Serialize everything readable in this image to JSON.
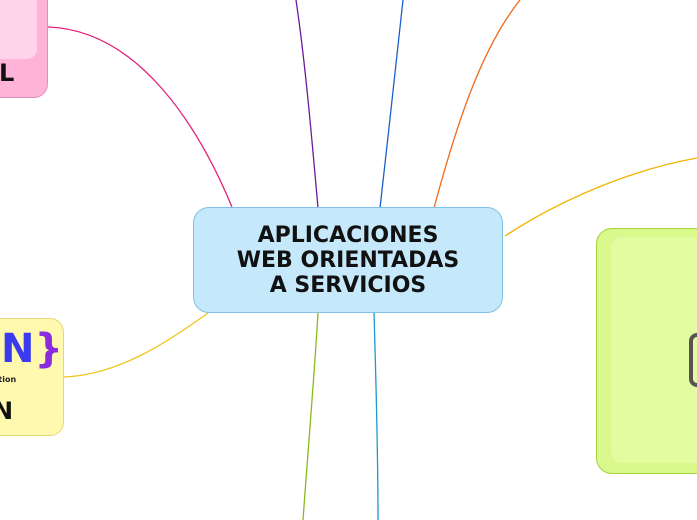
{
  "central_topic": {
    "label": "APLICACIONES\nWEB ORIENTADAS\nA SERVICIOS"
  },
  "branches": {
    "pink": {
      "label": "L",
      "color": "#e2237a"
    },
    "yellow": {
      "brace": "}",
      "logo": "N",
      "caption": "ation",
      "label": "N",
      "color": "#f0c419"
    },
    "green": {
      "color": "#a6d43c"
    },
    "purple": {
      "color": "#6a1b9a"
    },
    "blue": {
      "color": "#1e5fd0"
    },
    "orange": {
      "color": "#f06a1a"
    },
    "gold": {
      "color": "#f0b400"
    },
    "olive": {
      "color": "#8aba1c"
    },
    "cyan": {
      "color": "#1a9ad0"
    }
  }
}
